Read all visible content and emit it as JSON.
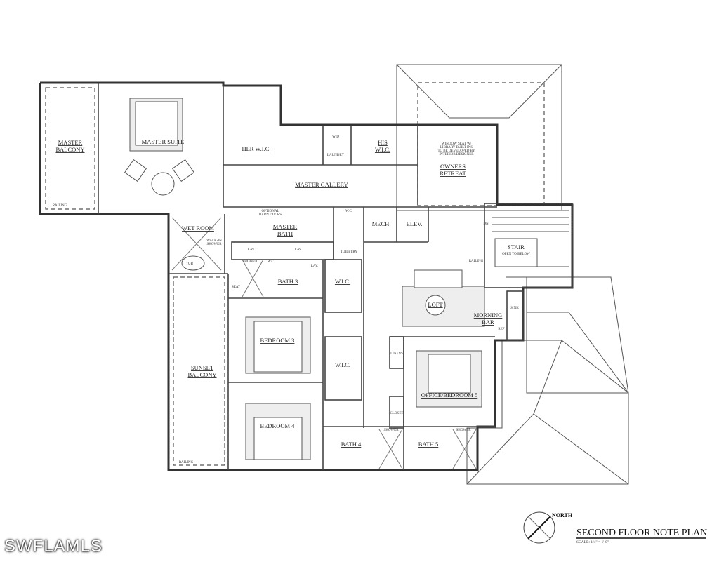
{
  "plan": {
    "title": "SECOND FLOOR NOTE PLAN",
    "scale": "SCALE: 1/4\" = 1'-0\"",
    "north": "NORTH",
    "rooms": {
      "master_balcony": [
        "MASTER",
        "BALCONY"
      ],
      "master_suite": "MASTER SUITE",
      "her_wic": "HER W.I.C.",
      "laundry": "LAUNDRY",
      "wd": "W/D",
      "his_wic": [
        "HIS",
        "W.I.C."
      ],
      "owners_retreat": [
        "OWNERS",
        "RETREAT"
      ],
      "window_seat_note": [
        "WINDOW SEAT W/",
        "LIBRARY BUILT-INS",
        "TO BE DEVELOPED BY",
        "INTERIOR DESIGNER"
      ],
      "master_gallery": "MASTER GALLERY",
      "wet_room": "WET ROOM",
      "walk_in_shower": [
        "WALK-IN",
        "SHOWER"
      ],
      "tub": "TUB",
      "barn_doors": [
        "OPTIONAL",
        "BARN DOORS"
      ],
      "master_bath": [
        "MASTER",
        "BATH"
      ],
      "lav": "LAV.",
      "wc": "W.C.",
      "toiletry": "TOILETRY",
      "mech": "MECH",
      "elev": "ELEV.",
      "stair": "STAIR",
      "open_to_below": "OPEN TO BELOW",
      "dn": "DN",
      "railing": "RAILING",
      "shower": "SHOWER",
      "seat": "SEAT",
      "bath3": "BATH 3",
      "wic": "W.I.C.",
      "loft": "LOFT",
      "morning_bar": [
        "MORNING",
        "BAR"
      ],
      "sink": "SINK",
      "ref": "REF",
      "bedroom3": "BEDROOM 3",
      "bedroom4": "BEDROOM 4",
      "sunset_balcony": [
        "SUNSET",
        "BALCONY"
      ],
      "linens": "LINENS",
      "closet": "CLOSET",
      "office_bedroom5": "OFFICE/BEDROOM 5",
      "bath4": "BATH 4",
      "bath5": "BATH 5"
    }
  },
  "watermark": "SWFLAMLS"
}
